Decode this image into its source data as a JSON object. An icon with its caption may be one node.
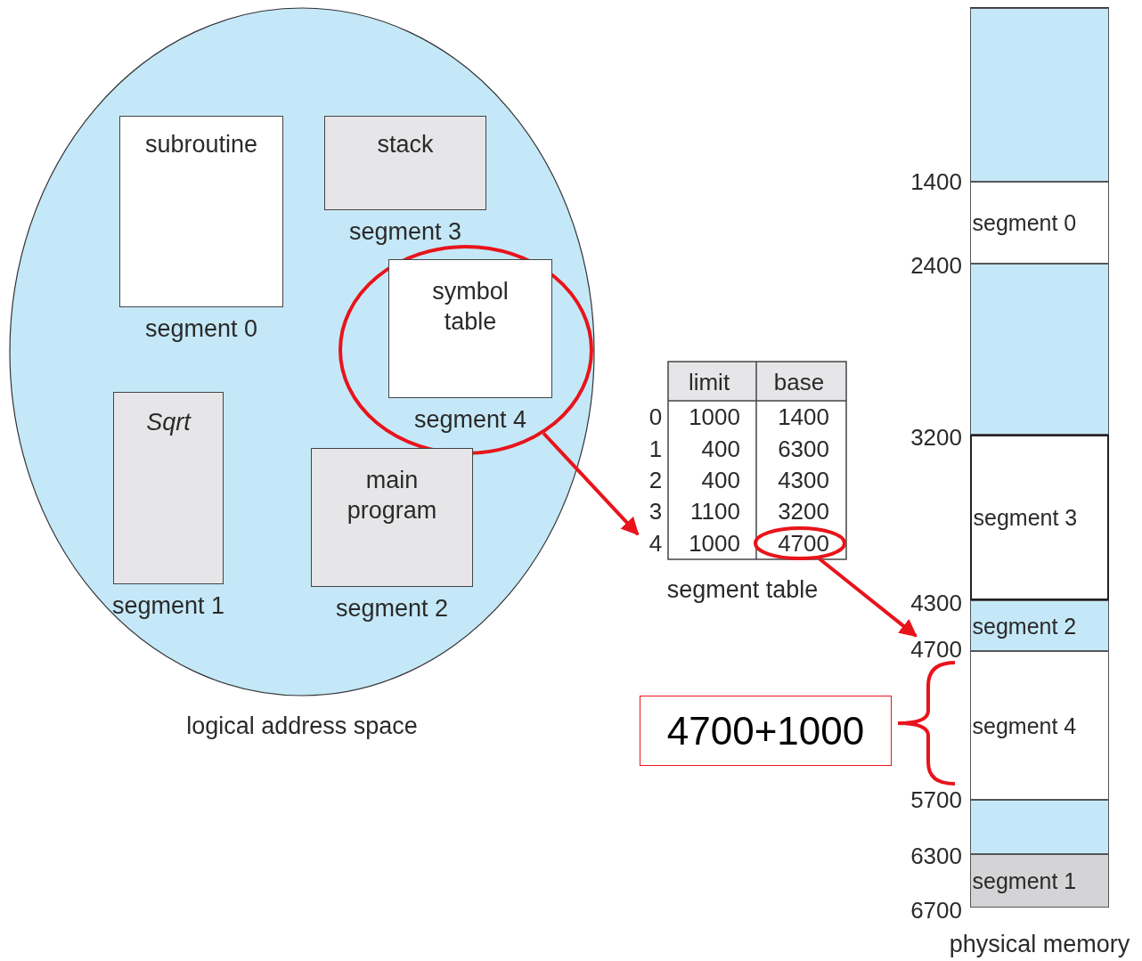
{
  "diagram": {
    "nodes": [
      {
        "text": [
          "logical address space"
        ]
      },
      {
        "text": [
          "subroutine"
        ],
        "beside": [
          "segment 0"
        ],
        "in": 0
      },
      {
        "text": [
          "stack"
        ],
        "beside": [
          "segment 3"
        ],
        "in": 0
      },
      {
        "text": [],
        "shape": "circle",
        "in": 0
      },
      {
        "text": [
          "symbol table"
        ],
        "beside": [
          "segment 4"
        ],
        "in": 3
      },
      {
        "text": [
          "Sqrt"
        ],
        "beside": [
          "segment 1"
        ],
        "in": 0
      },
      {
        "text": [
          "main program"
        ],
        "beside": [
          "segment 2"
        ],
        "in": 0
      },
      {
        "text": [
          "segment table"
        ]
      },
      {
        "text": [],
        "shape": "circle",
        "in": 7
      },
      {
        "text": [
          "physical memory"
        ]
      },
      {
        "text": [],
        "shape": "box",
        "in": 9
      },
      {
        "text": [
          "segment 0"
        ],
        "in": 9
      },
      {
        "text": [],
        "shape": "box",
        "in": 9
      },
      {
        "text": [
          "segment 3"
        ],
        "in": 9
      },
      {
        "text": [
          "segment 2"
        ],
        "in": 9
      },
      {
        "text": [
          "segment 4"
        ],
        "in": 9
      },
      {
        "text": [],
        "shape": "box",
        "in": 9
      },
      {
        "text": [
          "segment 1"
        ],
        "in": 9
      },
      {
        "text": [
          "4700+1000"
        ]
      },
      {
        "text": [
          "4700"
        ]
      }
    ],
    "edges": [
      {
        "from": 3,
        "to": 7,
        "arrow": "to"
      },
      {
        "from": 8,
        "to": 19,
        "arrow": "to"
      }
    ],
    "labels": [
      "limit",
      "base",
      "0",
      "1000",
      "1400",
      "1",
      "400",
      "6300",
      "2",
      "400",
      "4300",
      "3",
      "1100",
      "3200",
      "4",
      "1000",
      "4700",
      "1400",
      "2400",
      "3200",
      "4300",
      "5700",
      "6300",
      "6700"
    ]
  }
}
